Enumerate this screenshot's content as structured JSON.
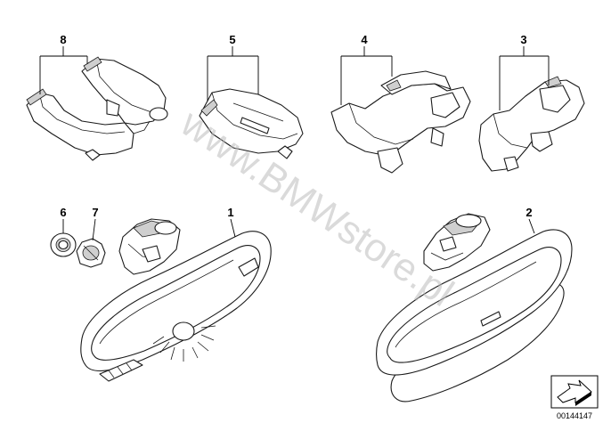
{
  "watermark": "www.BMWstore.pl",
  "parts": [
    {
      "id": "part-8",
      "label": "8"
    },
    {
      "id": "part-5",
      "label": "5"
    },
    {
      "id": "part-4",
      "label": "4"
    },
    {
      "id": "part-3",
      "label": "3"
    },
    {
      "id": "part-6",
      "label": "6"
    },
    {
      "id": "part-7",
      "label": "7"
    },
    {
      "id": "part-1",
      "label": "1"
    },
    {
      "id": "part-2",
      "label": "2"
    }
  ],
  "diagram_number": "00144147"
}
